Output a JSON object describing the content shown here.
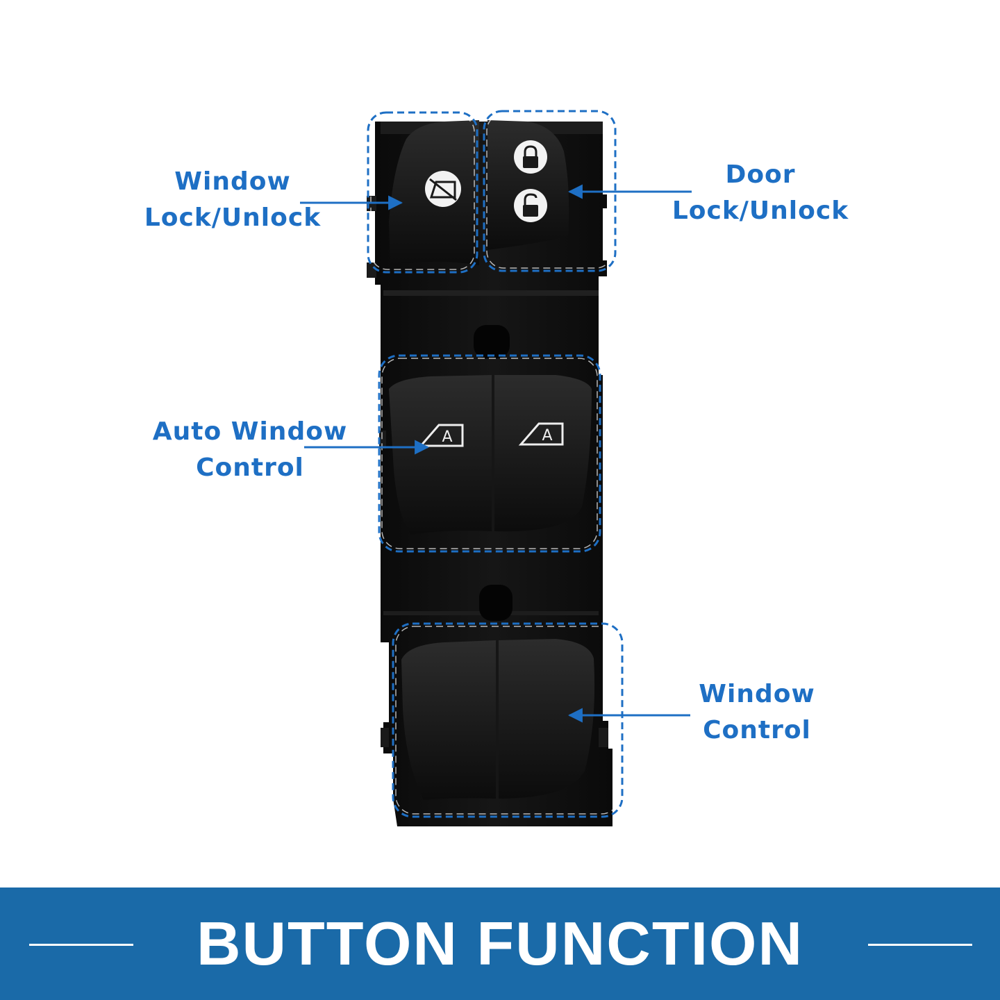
{
  "callouts": {
    "window_lock": [
      "Window",
      "Lock/Unlock"
    ],
    "door_lock": [
      "Door",
      "Lock/Unlock"
    ],
    "auto_window": [
      "Auto Window",
      "Control"
    ],
    "window_control": [
      "Window",
      "Control"
    ]
  },
  "icons": {
    "auto_badge_letter": "A"
  },
  "banner": {
    "title": "BUTTON FUNCTION"
  },
  "colors": {
    "accent": "#1e6fc4",
    "banner": "#1a6aa8",
    "switch_body": "#101010"
  }
}
